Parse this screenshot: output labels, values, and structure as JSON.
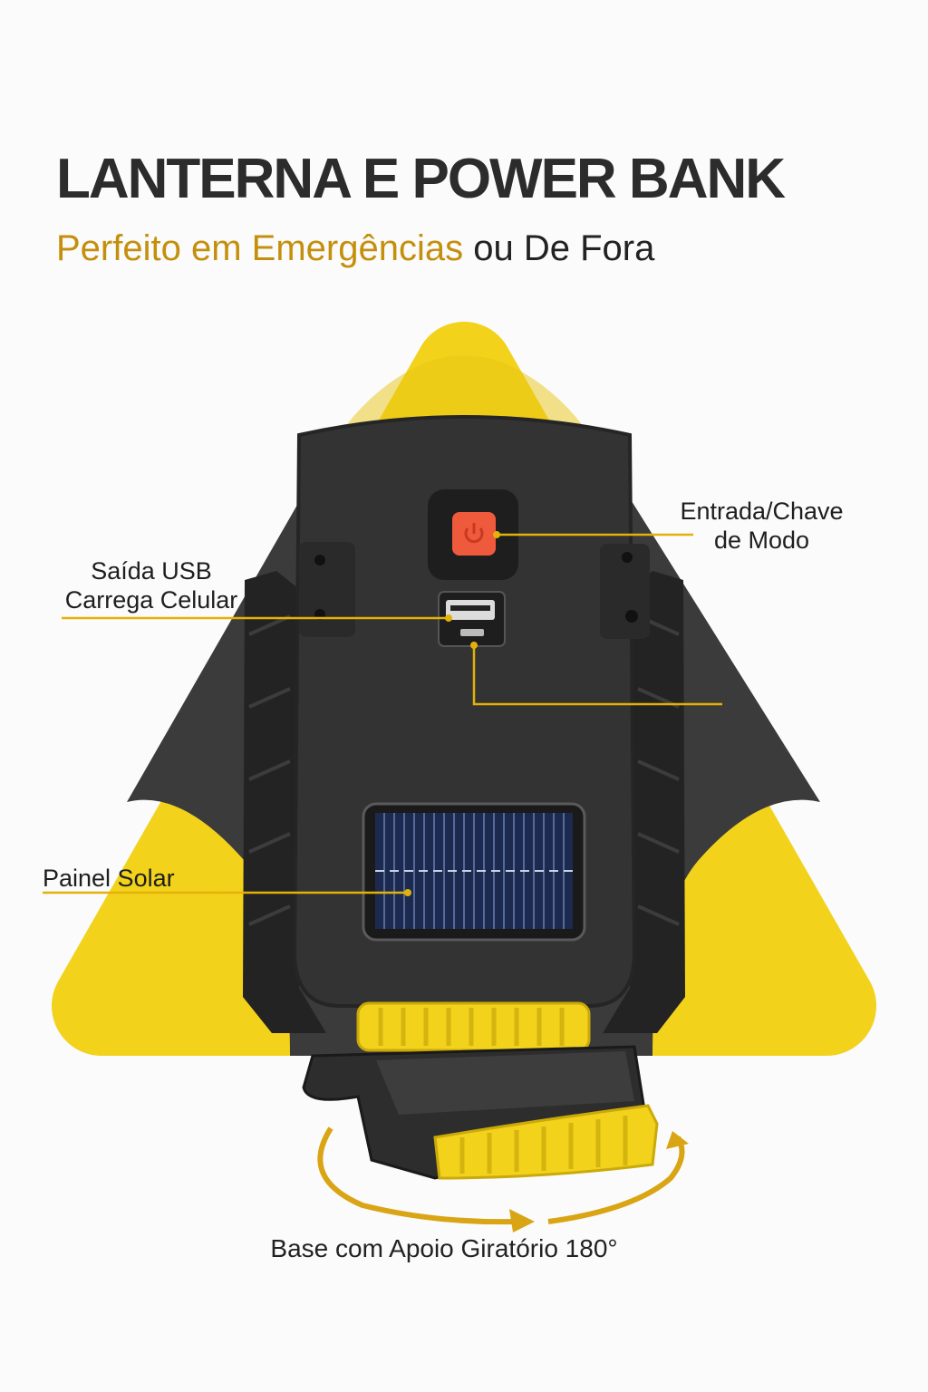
{
  "header": {
    "title": "LANTERNA E POWER BANK",
    "subtitle_highlight": "Perfeito em Emergências",
    "subtitle_rest": "ou De Fora"
  },
  "callouts": {
    "mode_switch": {
      "line1": "Entrada/Chave",
      "line2": "de Modo"
    },
    "usb_output": {
      "line1": "Saída USB",
      "line2": "Carrega Celular"
    },
    "solar_panel": "Painel Solar",
    "base": "Base com Apoio Giratório 180°"
  },
  "colors": {
    "accent": "#c48f0c",
    "body_yellow": "#f2d21b",
    "body_dark": "#3a3a3a",
    "callout_line": "#e3b10a",
    "power_button": "#f05a3c"
  }
}
